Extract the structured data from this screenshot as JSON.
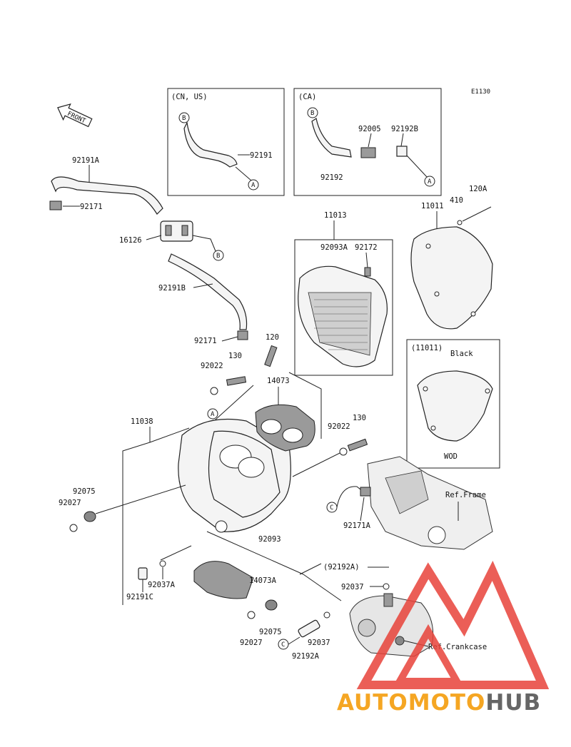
{
  "diagram": {
    "code": "E1130",
    "front_label": "FRONT",
    "boxes": {
      "cn_us": {
        "title": "(CN, US)",
        "parts": [
          "92191"
        ],
        "refs": [
          "B",
          "A"
        ]
      },
      "ca": {
        "title": "(CA)",
        "parts": [
          "92005",
          "92192B",
          "92192"
        ],
        "refs": [
          "B",
          "A"
        ]
      },
      "black": {
        "title": "(11011)",
        "variant": "Black",
        "note": "WOD"
      }
    },
    "part_numbers": {
      "p92191A": "92191A",
      "p92171_top": "92171",
      "p16126": "16126",
      "p92191B": "92191B",
      "p92171_mid": "92171",
      "p11013": "11013",
      "p92093A": "92093A",
      "p92172": "92172",
      "p11011": "11011",
      "p410": "410",
      "p120A": "120A",
      "p120": "120",
      "p130_a": "130",
      "p92022_a": "92022",
      "p14073": "14073",
      "p11038": "11038",
      "p92022_b": "92022",
      "p130_b": "130",
      "p92075_a": "92075",
      "p92027_a": "92027",
      "p92093": "92093",
      "p92171A": "92171A",
      "p92192A_paren": "(92192A)",
      "p92037_a": "92037",
      "p14073A": "14073A",
      "p92037A": "92037A",
      "p92191C": "92191C",
      "p92027_b": "92027",
      "p92075_b": "92075",
      "p92192A": "92192A",
      "p92037_b": "92037"
    },
    "references": {
      "ref_frame": "Ref.Frame",
      "ref_crankcase": "Ref.Crankcase"
    },
    "callouts": {
      "A": "A",
      "B": "B",
      "C": "C"
    }
  },
  "watermark": {
    "brand_part1": "AUTOMOTO",
    "brand_part2": "HUB",
    "color_primary": "#e8433a",
    "color_secondary": "#f5a623",
    "color_dark": "#555555"
  }
}
